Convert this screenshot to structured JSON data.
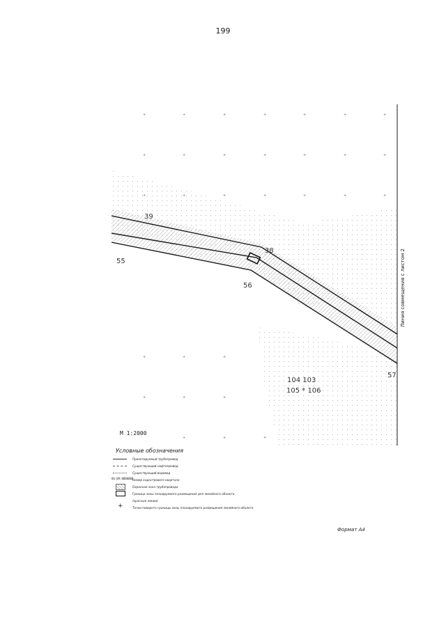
{
  "page": {
    "number": "199",
    "format_label": "Формат А4"
  },
  "map": {
    "scale_label": "М 1:2000",
    "match_line_label": "Линия совмещения с листом 2",
    "point_labels": [
      {
        "id": "label-39",
        "text": "39"
      },
      {
        "id": "label-55",
        "text": "55"
      },
      {
        "id": "label-56",
        "text": "56"
      },
      {
        "id": "label-38",
        "text": "38"
      },
      {
        "id": "label-57",
        "text": "57"
      },
      {
        "id": "label-104-103",
        "text": "104 103"
      },
      {
        "id": "label-105-106",
        "text": "105 * 106"
      }
    ],
    "colors": {
      "line": "#1a1a1a",
      "hatch": "#9a9a9a",
      "dots": "#8a8a8a"
    }
  },
  "legend": {
    "title": "Условные обозначения",
    "items": [
      {
        "symbol": "line",
        "text": "Проектируемый трубопровод"
      },
      {
        "symbol": "dash",
        "text": "Существующий нефтепровод"
      },
      {
        "symbol": "dot",
        "text": "Существующий водовод"
      },
      {
        "symbol": "code",
        "code": "66:09:0000000",
        "text": "Номер кадастрового квартала"
      },
      {
        "symbol": "box",
        "text": "Охранная зона трубопровода"
      },
      {
        "symbol": "rect",
        "text": "Граница зоны планируемого размещения для линейного объекта"
      },
      {
        "symbol": "none",
        "text": "(красные линии)"
      },
      {
        "symbol": "cross",
        "text": "Точки поворота границы зоны планируемого размещения линейного объекта"
      }
    ]
  }
}
